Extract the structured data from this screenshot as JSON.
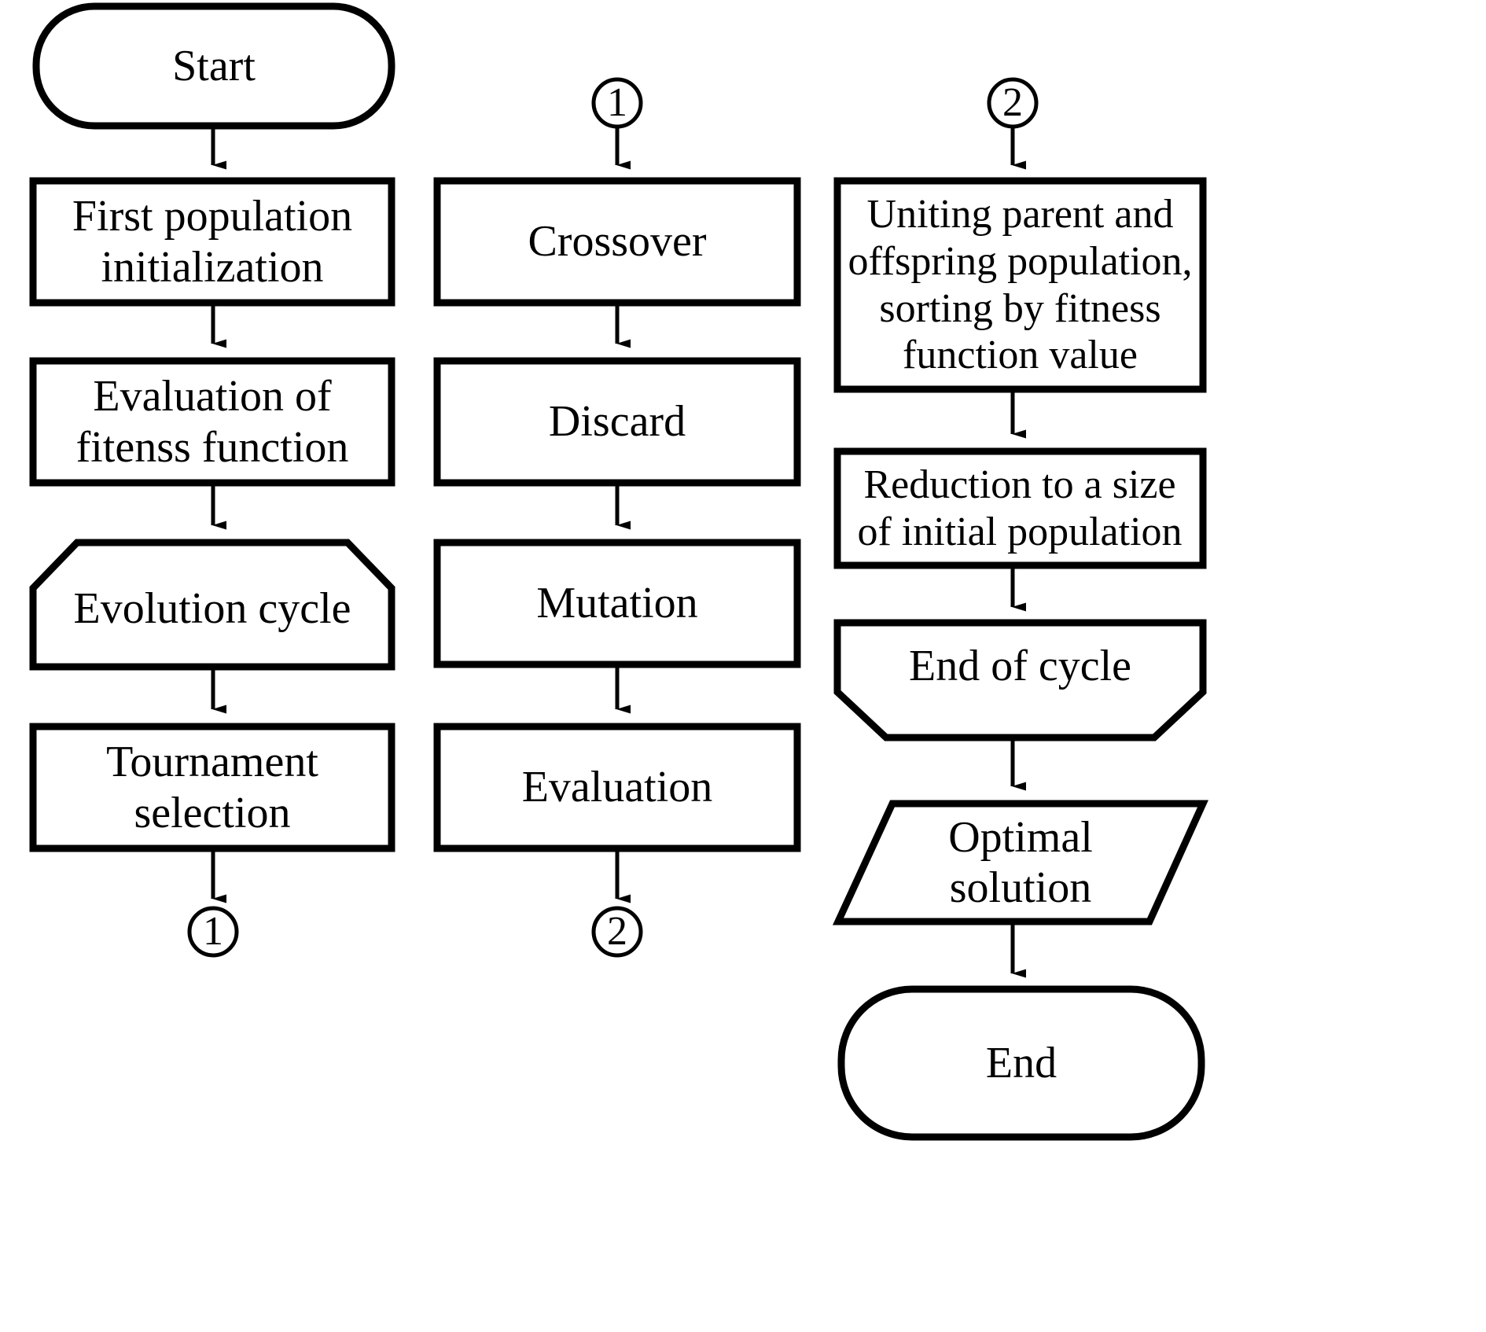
{
  "diagram": {
    "title": "Genetic algorithm flowchart",
    "stroke_color": "#000000",
    "fill_color": "#ffffff",
    "columns": [
      {
        "id": "column-1",
        "nodes": [
          {
            "id": "start",
            "shape": "terminator",
            "label": "Start"
          },
          {
            "id": "first-population",
            "shape": "process",
            "label": "First population\ninitialization"
          },
          {
            "id": "evaluation-fitness",
            "shape": "process",
            "label": "Evaluation of\nfitenss function"
          },
          {
            "id": "evolution-cycle",
            "shape": "loop-start",
            "label": "Evolution cycle"
          },
          {
            "id": "tournament-selection",
            "shape": "process",
            "label": "Tournament\nselection"
          },
          {
            "id": "connector-out-1",
            "shape": "connector",
            "label": "1"
          }
        ]
      },
      {
        "id": "column-2",
        "nodes": [
          {
            "id": "connector-in-1",
            "shape": "connector",
            "label": "1"
          },
          {
            "id": "crossover",
            "shape": "process",
            "label": "Crossover"
          },
          {
            "id": "discard",
            "shape": "process",
            "label": "Discard"
          },
          {
            "id": "mutation",
            "shape": "process",
            "label": "Mutation"
          },
          {
            "id": "evaluation",
            "shape": "process",
            "label": "Evaluation"
          },
          {
            "id": "connector-out-2",
            "shape": "connector",
            "label": "2"
          }
        ]
      },
      {
        "id": "column-3",
        "nodes": [
          {
            "id": "connector-in-2",
            "shape": "connector",
            "label": "2"
          },
          {
            "id": "uniting-populations",
            "shape": "process",
            "label": "Uniting parent and\noffspring population,\nsorting by fitness\nfunction value"
          },
          {
            "id": "reduction-size",
            "shape": "process",
            "label": "Reduction to a size\nof initial population"
          },
          {
            "id": "end-of-cycle",
            "shape": "loop-end",
            "label": "End of cycle"
          },
          {
            "id": "optimal-solution",
            "shape": "data",
            "label": "Optimal\nsolution"
          },
          {
            "id": "end",
            "shape": "terminator",
            "label": "End"
          }
        ]
      }
    ]
  }
}
